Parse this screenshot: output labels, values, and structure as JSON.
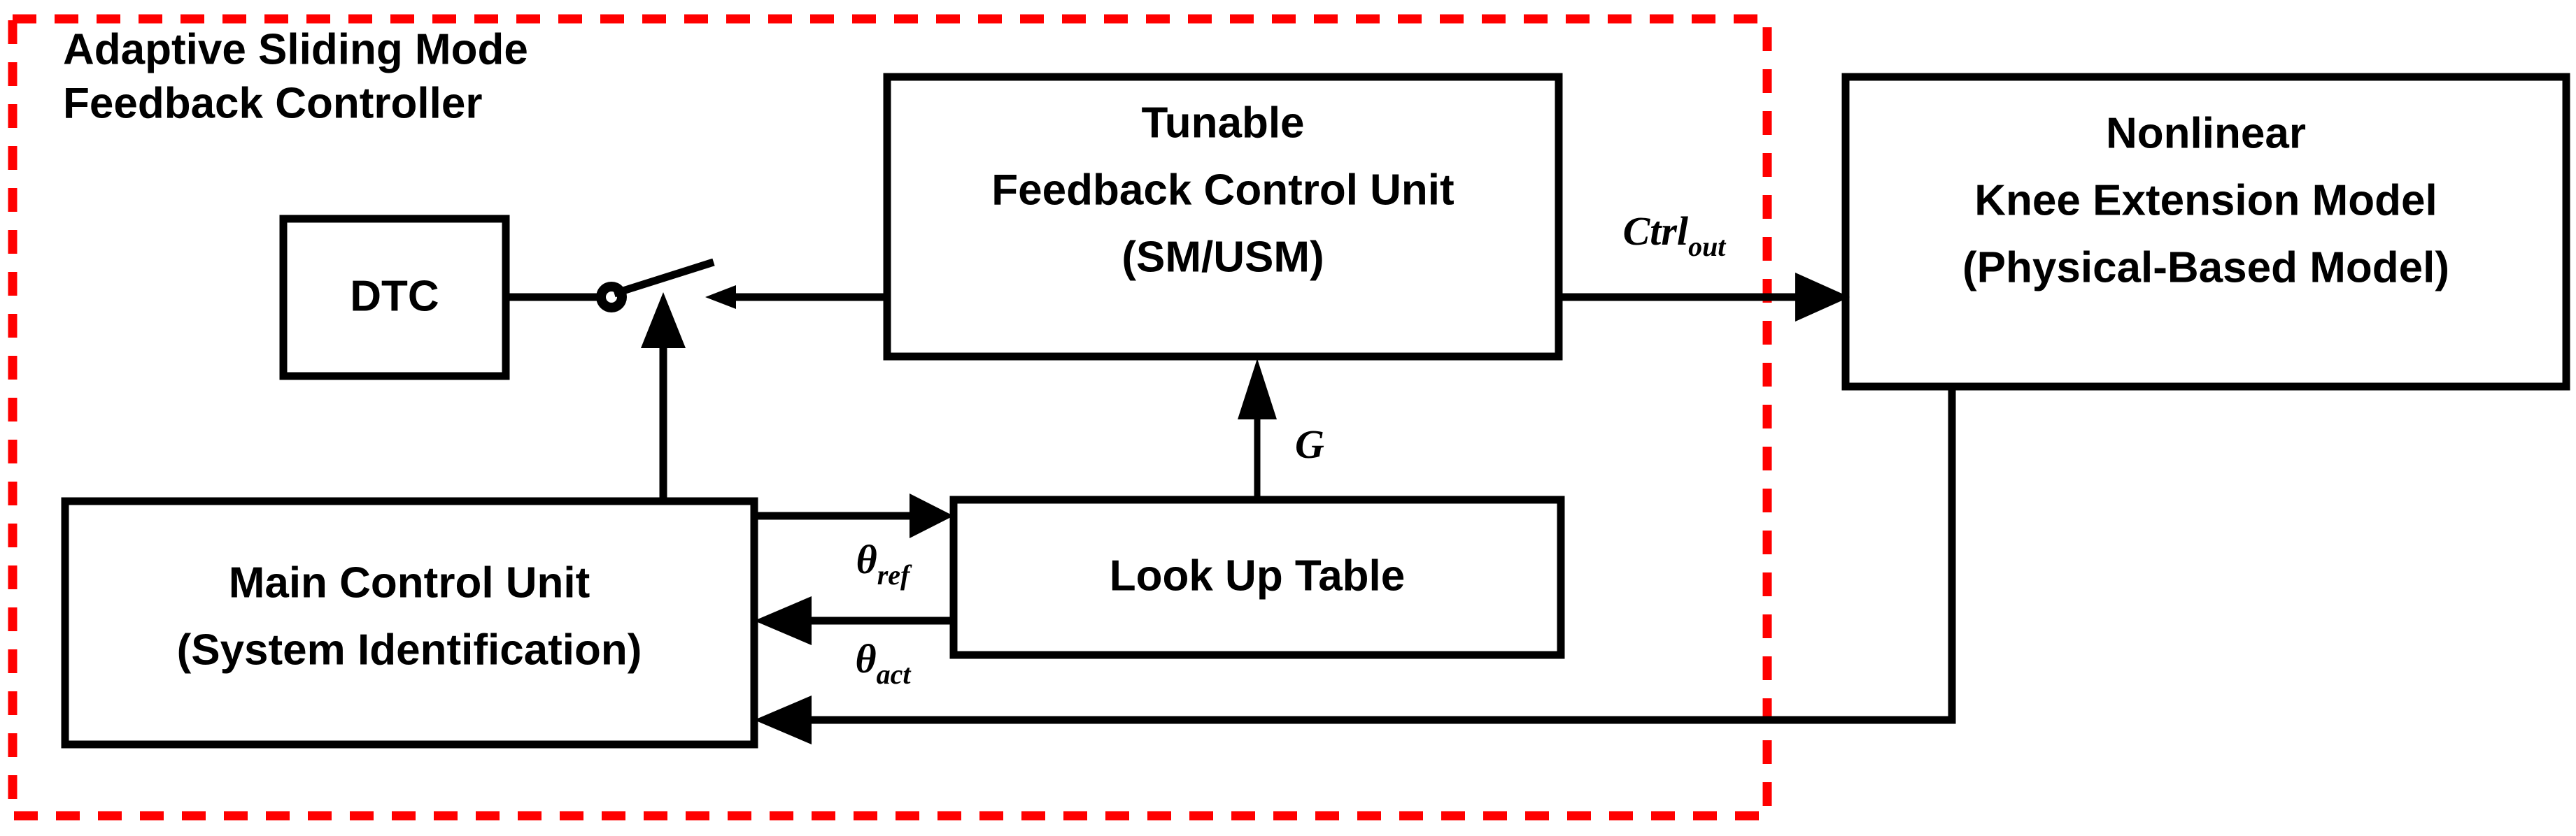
{
  "diagram": {
    "title_block": {
      "line1": "Adaptive Sliding Mode",
      "line2": "Feedback Controller"
    },
    "boundary": {
      "style": "dashed",
      "color": "#FF0000",
      "label": "adaptive-sliding-mode-feedback-controller-boundary"
    },
    "blocks": [
      {
        "id": "dtc",
        "lines": [
          "DTC"
        ]
      },
      {
        "id": "tunable-feedback-control-unit",
        "lines": [
          "Tunable",
          "Feedback Control Unit",
          "(SM/USM)"
        ]
      },
      {
        "id": "nonlinear-knee-extension-model",
        "lines": [
          "Nonlinear",
          "Knee Extension Model",
          "(Physical-Based Model)"
        ]
      },
      {
        "id": "main-control-unit",
        "lines": [
          "Main Control Unit",
          "(System Identification)"
        ]
      },
      {
        "id": "look-up-table",
        "lines": [
          "Look Up Table"
        ]
      }
    ],
    "signals": [
      {
        "id": "ctrl-out",
        "base": "Ctrl",
        "sub": "out"
      },
      {
        "id": "gain-g",
        "base": "G",
        "sub": ""
      },
      {
        "id": "theta-ref",
        "base": "θ",
        "sub": "ref"
      },
      {
        "id": "theta-act",
        "base": "θ",
        "sub": "act"
      }
    ],
    "colors": {
      "boundary": "#FF0000",
      "line": "#000000",
      "block_fill": "#FFFFFF",
      "background": "#FFFFFF"
    }
  }
}
